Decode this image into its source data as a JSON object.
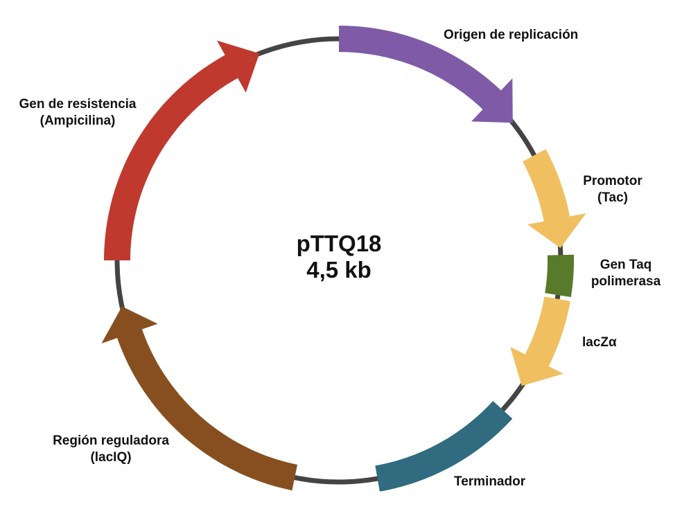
{
  "plasmid": {
    "name": "pTTQ18",
    "size": "4,5 kb",
    "backbone_color": "#444444"
  },
  "features": [
    {
      "id": "ori",
      "label": [
        "Origen de replicación"
      ],
      "color": "#7F5AA6",
      "shape": "arrow"
    },
    {
      "id": "promoter",
      "label": [
        "Promotor",
        "(Tac)"
      ],
      "color": "#F0C060",
      "shape": "arrow"
    },
    {
      "id": "taq",
      "label": [
        "Gen Taq",
        "polimerasa"
      ],
      "color": "#587A2B",
      "shape": "box"
    },
    {
      "id": "lacz",
      "label": [
        "lacZα"
      ],
      "color": "#F0C060",
      "shape": "arrow"
    },
    {
      "id": "terminator",
      "label": [
        "Terminador"
      ],
      "color": "#306B80",
      "shape": "box"
    },
    {
      "id": "laciq",
      "label": [
        "Región reguladora",
        "(lacIQ)"
      ],
      "color": "#874F20",
      "shape": "arrow"
    },
    {
      "id": "amp",
      "label": [
        "Gen de resistencia",
        "(Ampicilina)"
      ],
      "color": "#C0392F",
      "shape": "arrow"
    }
  ]
}
